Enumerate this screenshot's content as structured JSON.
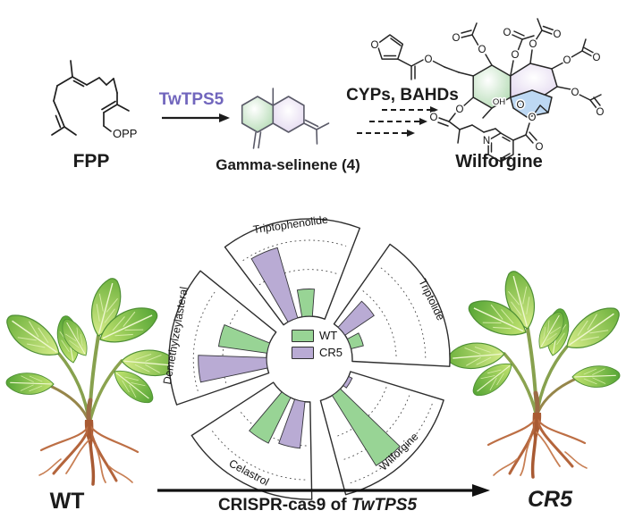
{
  "pathway": {
    "substrate": "FPP",
    "enzyme": "TwTPS5",
    "intermediate": "Gamma-selinene (4)",
    "modifying_enzymes": "CYPs, BAHDs",
    "product": "Wilforgine"
  },
  "atoms": {
    "opp": "OPP",
    "oh": "OH",
    "o": "O",
    "n": "N"
  },
  "plants": {
    "wild_type": "WT",
    "mutant": "CR5"
  },
  "bottom": {
    "prefix": "CRISPR-cas9 of ",
    "gene": "TwTPS5"
  },
  "colors": {
    "wt_green": "#98d495",
    "cr5_purple": "#b9abd4",
    "enzyme_text": "#7166bd",
    "text_dark": "#1b1b1b",
    "ring_green": "#bfe0bf",
    "ring_purple": "#e7ddf1",
    "ring_blue": "#bdd8f3",
    "leaf_green": "#7cbb45",
    "root_brown": "#b4653c"
  },
  "chart_data": {
    "type": "polar_bar",
    "title": "",
    "legend": [
      {
        "label": "WT",
        "color": "#98d495"
      },
      {
        "label": "CR5",
        "color": "#b9abd4"
      }
    ],
    "axis": {
      "type": "relative",
      "range": [
        0,
        1
      ],
      "gridlines": "dashed arcs per sector"
    },
    "sectors": [
      {
        "label": "Triptophenolide",
        "angle": -8,
        "wt": 0.28,
        "cr5": 0.75,
        "gridlines": [
          0.48,
          0.78
        ]
      },
      {
        "label": "Triptolide",
        "angle": 64,
        "wt": 0.13,
        "cr5": 0.36,
        "gridlines": [
          0.45,
          0.75
        ]
      },
      {
        "label": "Wilforgine",
        "angle": 136,
        "wt": 0.85,
        "cr5": 0.04,
        "gridlines": [
          0.4,
          0.65,
          0.9
        ]
      },
      {
        "label": "Celastrol",
        "angle": 208,
        "wt": 0.52,
        "cr5": 0.48,
        "gridlines": [
          0.45,
          0.8
        ]
      },
      {
        "label": "Demethylzeylasteral",
        "angle": 280,
        "wt": 0.5,
        "cr5": 0.7,
        "gridlines": [
          0.45,
          0.75
        ]
      }
    ]
  }
}
